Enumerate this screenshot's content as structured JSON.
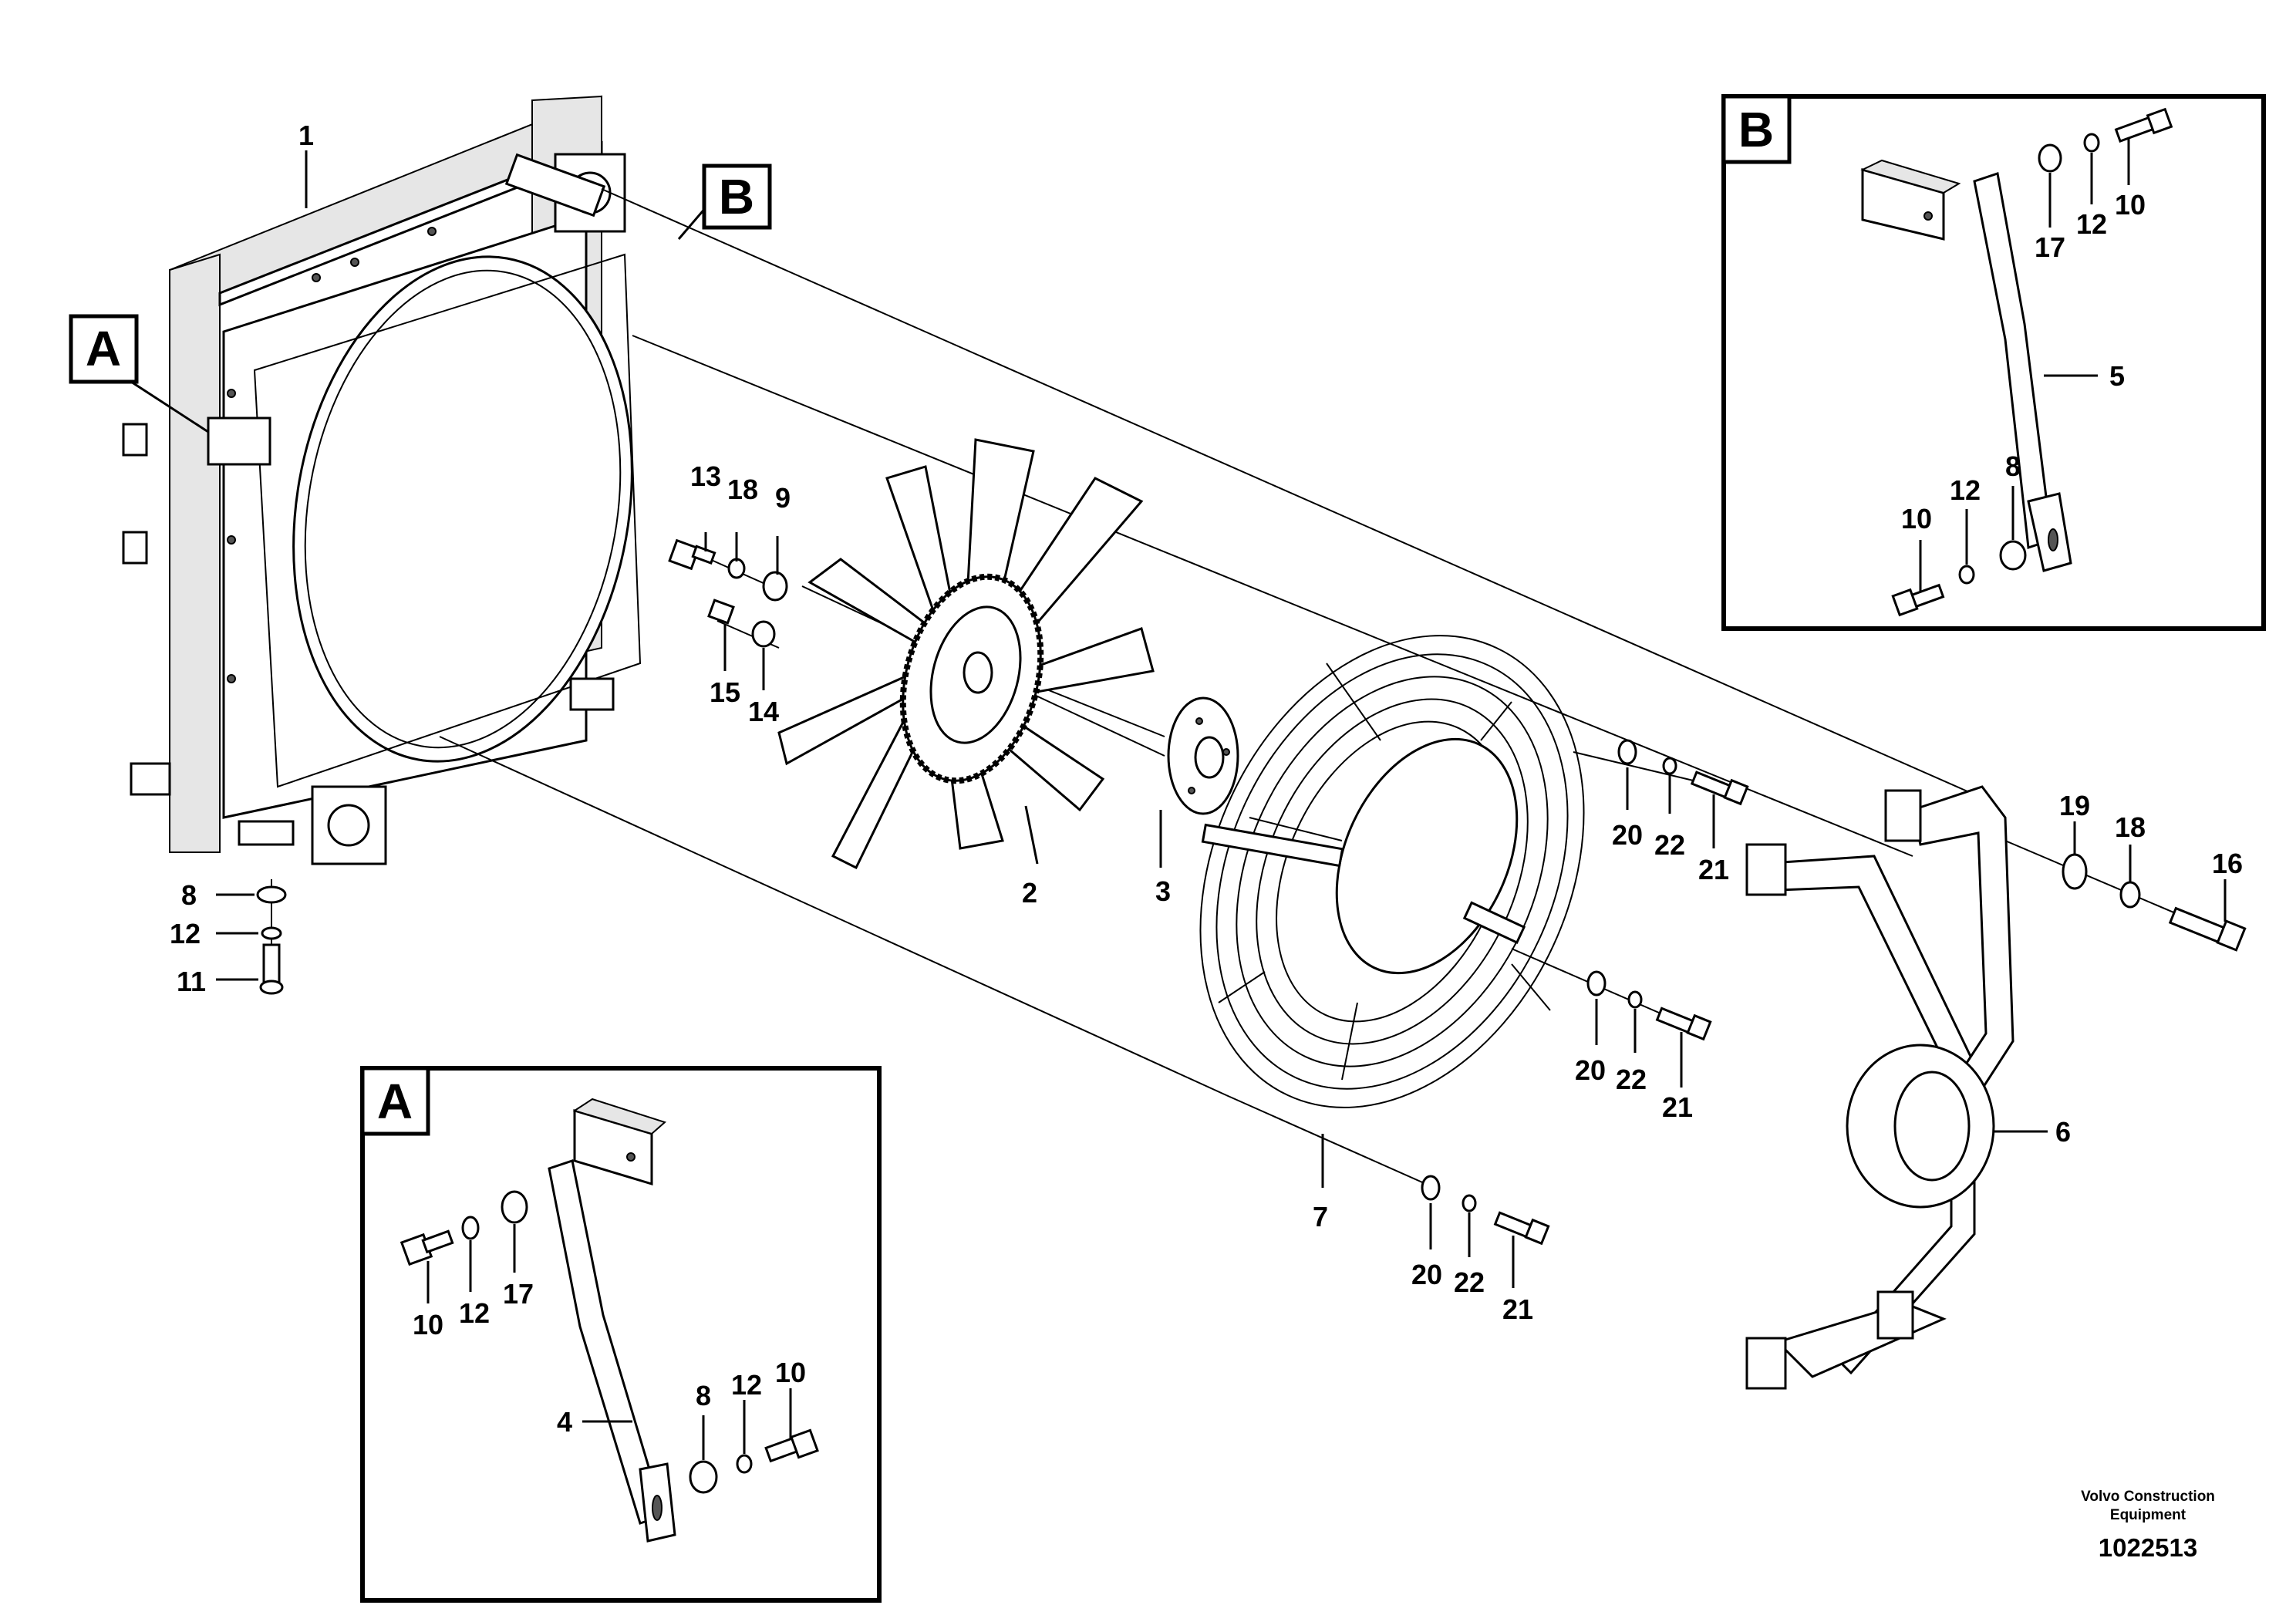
{
  "title": "",
  "detail_views": {
    "a": {
      "letter": "A"
    },
    "b": {
      "letter": "B"
    }
  },
  "callouts": {
    "c1": "1",
    "c2": "2",
    "c3": "3",
    "c6": "6",
    "c7": "7",
    "c8": "8",
    "c12": "12",
    "c11": "11",
    "c13": "13",
    "c18a": "18",
    "c9": "9",
    "c15": "15",
    "c14": "14",
    "g1_20": "20",
    "g1_22": "22",
    "g1_21": "21",
    "g2_20": "20",
    "g2_22": "22",
    "g2_21": "21",
    "g3_20": "20",
    "g3_22": "22",
    "g3_21": "21",
    "c19": "19",
    "c18b": "18",
    "c16": "16",
    "b_17": "17",
    "b_12": "12",
    "b_10": "10",
    "b_5": "5",
    "b_10b": "10",
    "b_12b": "12",
    "b_8": "8",
    "a_10": "10",
    "a_12": "12",
    "a_17": "17",
    "a_4": "4",
    "a_8": "8",
    "a_12b": "12",
    "a_10b": "10"
  },
  "footer": {
    "brand_line1": "Volvo Construction",
    "brand_line2": "Equipment",
    "doc_number": "1022513"
  }
}
